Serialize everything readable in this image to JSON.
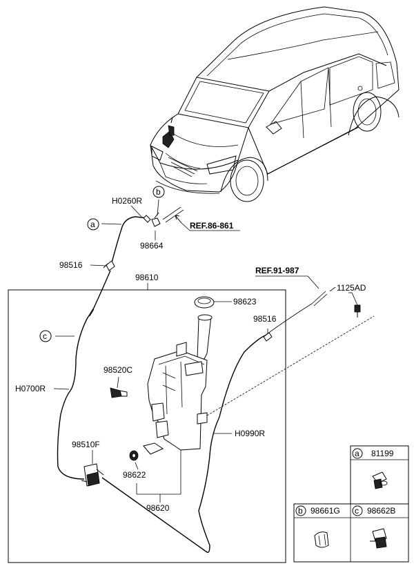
{
  "callouts": {
    "h0260r": "H0260R",
    "b_circle": "b",
    "a_circle": "a",
    "ref_86_861": "REF.86-861",
    "p98664": "98664",
    "p98516_top": "98516",
    "ref_91_987": "REF.91-987",
    "p98610": "98610",
    "p1125ad": "1125AD",
    "p98623": "98623",
    "p98516_right": "98516",
    "c_circle": "c",
    "p98520c": "98520C",
    "h0700r": "H0700R",
    "h0990r": "H0990R",
    "p98510f": "98510F",
    "p98622": "98622",
    "p98620": "98620"
  },
  "legend": {
    "a": {
      "letter": "a",
      "part": "81199"
    },
    "b": {
      "letter": "b",
      "part": "98661G"
    },
    "c": {
      "letter": "c",
      "part": "98662B"
    }
  }
}
